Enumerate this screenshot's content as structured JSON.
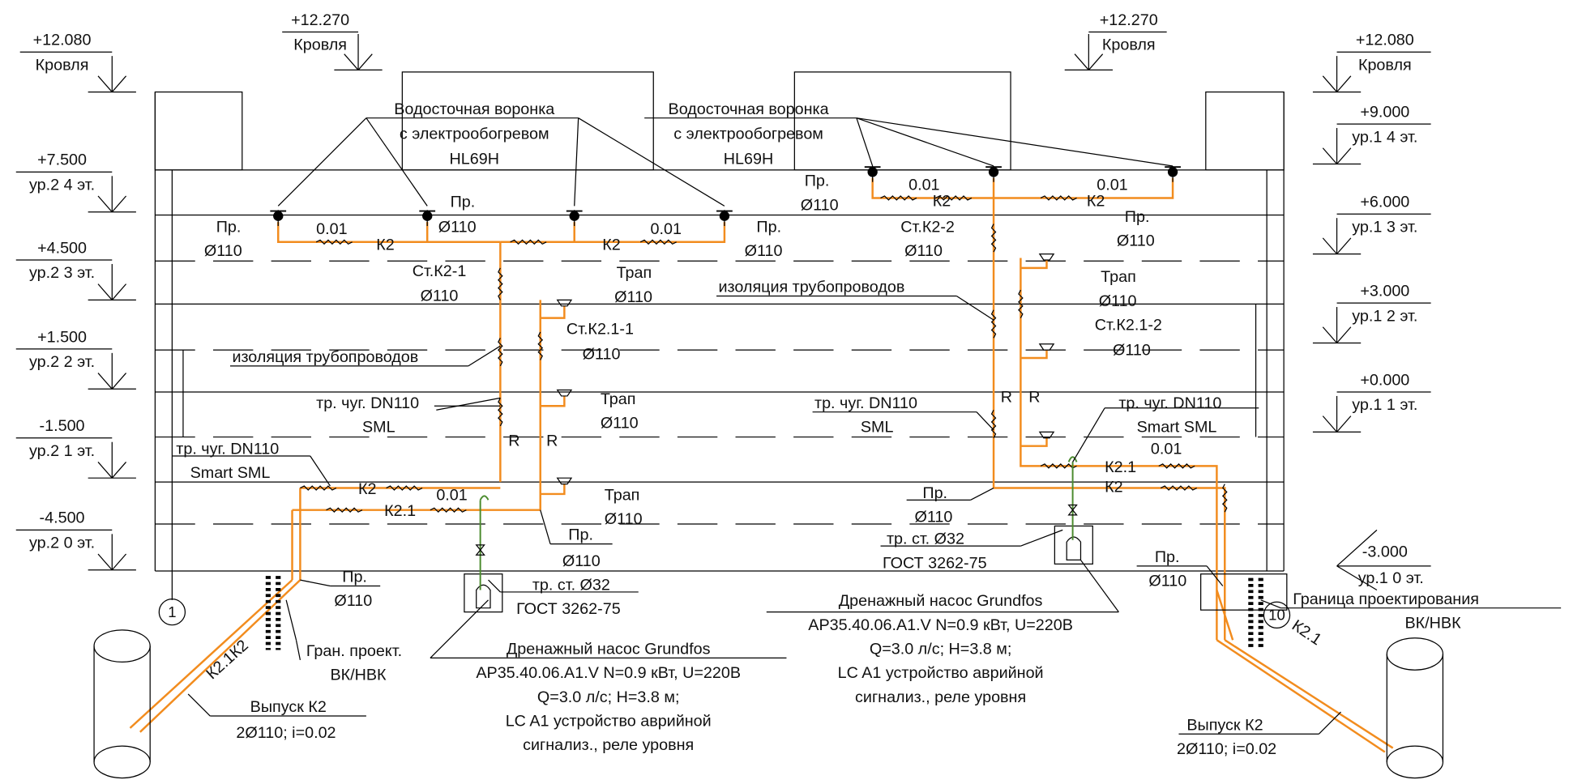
{
  "elevation_marks": {
    "roof_left_upper": {
      "value": "+12.270",
      "label": "Кровля"
    },
    "roof_left": {
      "value": "+12.080",
      "label": "Кровля"
    },
    "roof_right_upper": {
      "value": "+12.270",
      "label": "Кровля"
    },
    "roof_right": {
      "value": "+12.080",
      "label": "Кровля"
    },
    "left": [
      {
        "value": "+7.500",
        "label": "ур.2 4 эт."
      },
      {
        "value": "+4.500",
        "label": "ур.2 3 эт."
      },
      {
        "value": "+1.500",
        "label": "ур.2 2 эт."
      },
      {
        "value": "-1.500",
        "label": "ур.2 1 эт."
      },
      {
        "value": "-4.500",
        "label": "ур.2 0 эт."
      }
    ],
    "right": [
      {
        "value": "+9.000",
        "label": "ур.1 4 эт."
      },
      {
        "value": "+6.000",
        "label": "ур.1 3 эт."
      },
      {
        "value": "+3.000",
        "label": "ур.1 2 эт."
      },
      {
        "value": "+0.000",
        "label": "ур.1 1 эт."
      },
      {
        "value": "-3.000",
        "label": "ур.1 0 эт."
      }
    ]
  },
  "grid_axes": [
    "1",
    "10"
  ],
  "labels": {
    "funnel_title": "Водосточная воронка",
    "funnel_sub": "с электрообогревом",
    "funnel_model": "HL69H",
    "pr": "Пр.",
    "d110": "Ø110",
    "k2": "К2",
    "k21": "К2.1",
    "slope": "0.01",
    "riser_k2_1": "Ст.К2-1",
    "riser_k2_2": "Ст.К2-2",
    "riser_k21_1": "Ст.К2.1-1",
    "riser_k21_2": "Ст.К2.1-2",
    "trap": "Трап",
    "insulation": "изоляция трубопроводов",
    "cast_iron": "тр. чуг. DN110",
    "sml": "SML",
    "smart_sml": "Smart SML",
    "r": "R",
    "steel_pipe": "тр. ст. Ø32",
    "gost": "ГОСТ 3262-75",
    "pump_line1": "Дренажный насос Grundfos",
    "pump_line2": "AP35.40.06.A1.V N=0.9 кВт, U=220В",
    "pump_line3": "Q=3.0 л/с; H=3.8 м;",
    "pump_line4": "LC A1 устройство аврийной",
    "pump_line5": "сигнализ., реле уровня",
    "boundary_short": "Гран. проект.",
    "boundary_long": "Граница проектирования",
    "vk_nvk": "ВК/НВК",
    "outlet_title": "Выпуск К2",
    "outlet_spec": "2Ø110; i=0.02",
    "k2_k2": "К2.1К2"
  },
  "colors": {
    "pipe": "#f28c1e",
    "pump_pipe": "#4b8b2e",
    "lines": "#000000"
  }
}
